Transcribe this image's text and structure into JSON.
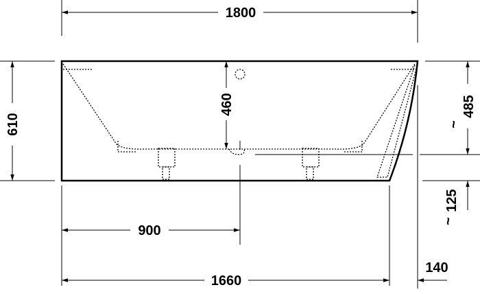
{
  "drawing": {
    "dimensions": {
      "overall_length": "1800",
      "overall_height": "610",
      "inner_depth": "460",
      "right_upper": "485",
      "right_lower": "125",
      "approx_symbol": "~",
      "center_offset": "900",
      "base_length": "1660",
      "slope_offset": "140"
    },
    "line_color": "#000000",
    "background": "#ffffff"
  }
}
